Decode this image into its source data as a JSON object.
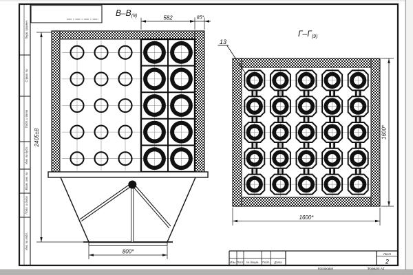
{
  "drawing": {
    "section_b": {
      "label": "В–В",
      "suffix": "(9)"
    },
    "section_g": {
      "label": "Г–Г",
      "suffix": "(9)"
    },
    "callout_item": "13",
    "dimensions": {
      "b_top_width": "582",
      "b_wall_width": "85*",
      "b_height": "2405±8",
      "b_outlet_width": "800*",
      "g_width": "1600*",
      "g_height": "1600*"
    },
    "b_view": {
      "plain_tube_grid": {
        "cols": 3,
        "rows": 5
      },
      "shell_tube_grid": {
        "cols": 2,
        "rows": 5
      }
    },
    "g_view": {
      "tube_grid": {
        "cols": 5,
        "rows": 5
      }
    }
  },
  "frame": {
    "left_stamps": [
      "Перв. примен.",
      "Справ. №",
      "Подп. и дата",
      "Инв. № дубл.",
      "Взам. инв. №",
      "Подп. и дата",
      "Инв. № подл."
    ],
    "title_block": {
      "columns": [
        "Изм.",
        "Лист",
        "№ докум.",
        "Подп.",
        "Дата"
      ],
      "sheet_label": "Лист",
      "sheet_number": "2",
      "footer_copy": "Копировал",
      "footer_format": "Формат А3"
    }
  }
}
